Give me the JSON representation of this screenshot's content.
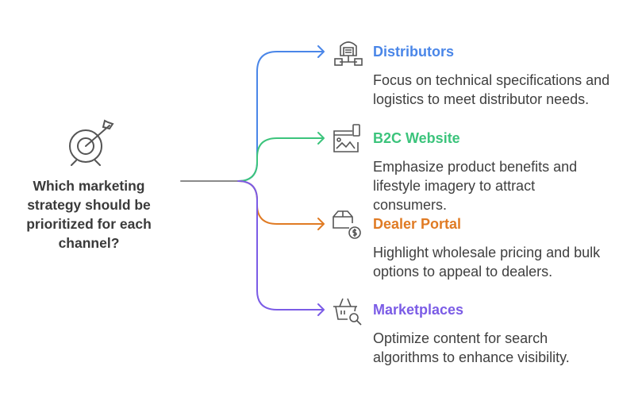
{
  "question": "Which marketing strategy should be prioritized for each channel?",
  "channels": [
    {
      "title": "Distributors",
      "description": "Focus on technical specifications and logistics to meet distributor needs.",
      "color": "#4a86e8",
      "icon": "warehouse-network-icon"
    },
    {
      "title": "B2C Website",
      "description": "Emphasize product benefits and lifestyle imagery to attract consumers.",
      "color": "#3cc47c",
      "icon": "website-mobile-icon"
    },
    {
      "title": "Dealer Portal",
      "description": "Highlight wholesale pricing and bulk options to appeal to dealers.",
      "color": "#e07b24",
      "icon": "box-dollar-icon"
    },
    {
      "title": "Marketplaces",
      "description": "Optimize content for search algorithms to enhance visibility.",
      "color": "#7b5ce6",
      "icon": "basket-search-icon"
    }
  ],
  "trunk_color": "#8a8a8a",
  "central_icon": "target-arrow-icon"
}
